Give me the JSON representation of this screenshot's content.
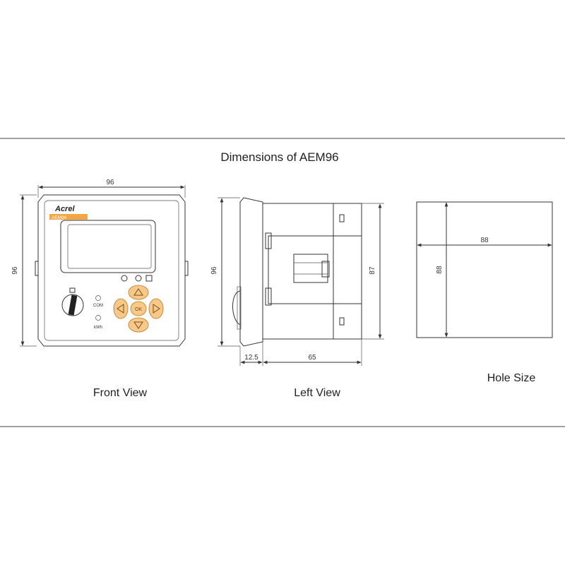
{
  "title": "Dimensions of AEM96",
  "views": {
    "front": {
      "caption": "Front View",
      "brand": "Acrel",
      "model": "AEM96",
      "dims": {
        "width": "96",
        "height": "96"
      },
      "indicators": {
        "com": "COM",
        "kwh": "kWh"
      },
      "key_center": "OK"
    },
    "left": {
      "caption": "Left View",
      "dims": {
        "height": "96",
        "body_height": "87",
        "depth_front": "12.5",
        "depth_body": "65"
      }
    },
    "hole": {
      "caption": "Hole Size",
      "dims": {
        "width": "88",
        "height": "88"
      }
    }
  },
  "colors": {
    "keys": "#f6c98a",
    "keys_stroke": "#c98b3a",
    "model_tag": "#f2a541",
    "line": "#333333"
  }
}
